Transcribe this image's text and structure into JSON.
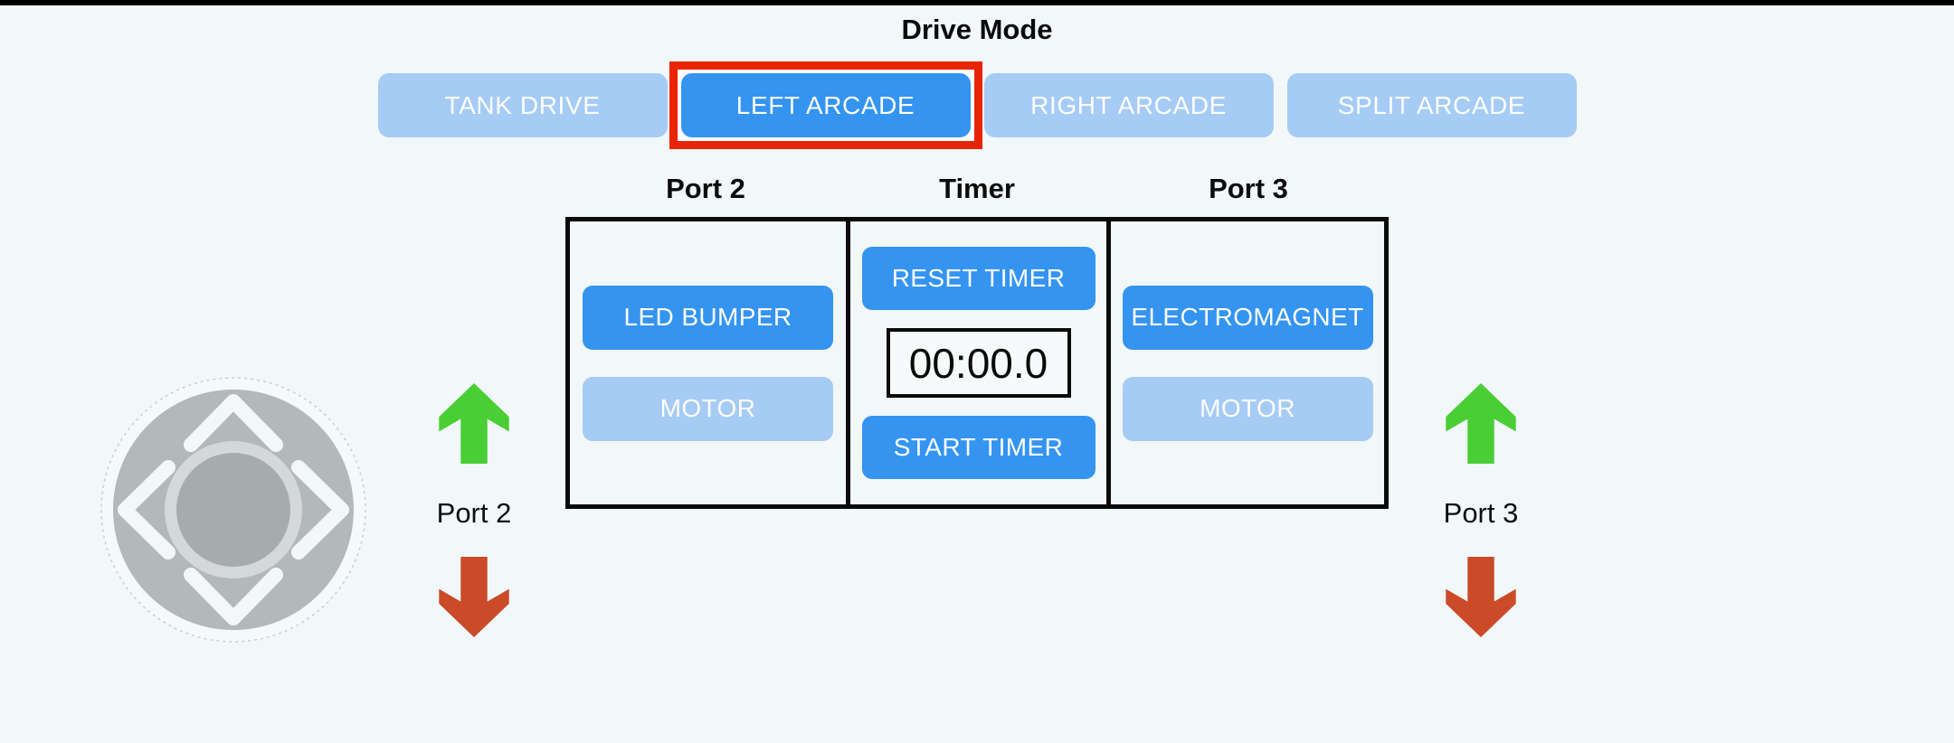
{
  "drive_mode": {
    "label": "Drive Mode",
    "options": [
      {
        "label": "TANK DRIVE",
        "selected": false
      },
      {
        "label": "LEFT ARCADE",
        "selected": true
      },
      {
        "label": "RIGHT ARCADE",
        "selected": false
      },
      {
        "label": "SPLIT ARCADE",
        "selected": false
      }
    ]
  },
  "control_board": {
    "port2": {
      "header": "Port 2",
      "buttons": [
        {
          "label": "LED BUMPER",
          "state": "on"
        },
        {
          "label": "MOTOR",
          "state": "off"
        }
      ]
    },
    "timer": {
      "header": "Timer",
      "reset_button": "RESET TIMER",
      "display": "00:00.0",
      "start_button": "START TIMER"
    },
    "port3": {
      "header": "Port 3",
      "buttons": [
        {
          "label": "ELECTROMAGNET",
          "state": "on"
        },
        {
          "label": "MOTOR",
          "state": "off"
        }
      ]
    }
  },
  "gamepad": {
    "joystick_icon": "virtual-joystick",
    "left_channel": {
      "label": "Port 2",
      "up_icon": "green-up-arrow",
      "down_icon": "red-down-arrow"
    },
    "right_channel": {
      "label": "Port 3",
      "up_icon": "green-up-arrow",
      "down_icon": "red-down-arrow"
    }
  },
  "colors": {
    "background": "#f2f7f9",
    "top_bar": "#000000",
    "button_active_blue": "#3494f0",
    "button_inactive_blue": "#a6ccf5",
    "selection_outline_red": "#e92402",
    "arrow_up_green": "#49ce33",
    "arrow_down_red": "#cb4a28",
    "board_border": "#0a0a0a"
  }
}
